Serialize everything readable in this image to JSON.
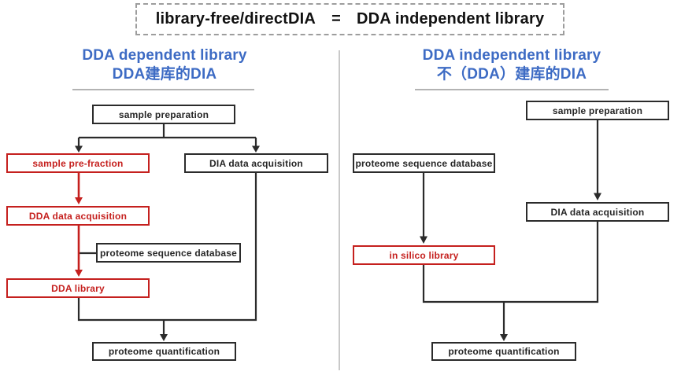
{
  "banner": {
    "left_term": "library-free/directDIA",
    "equals": "=",
    "right_term": "DDA independent library"
  },
  "left_panel": {
    "heading_en": "DDA dependent library",
    "heading_zh": "DDA建库的DIA",
    "nodes": {
      "sample_preparation": "sample preparation",
      "sample_pre_fraction": "sample pre-fraction",
      "dia_data_acquisition": "DIA data acquisition",
      "dda_data_acquisition": "DDA data acquisition",
      "proteome_sequence_database": "proteome sequence database",
      "dda_library": "DDA library",
      "proteome_quantification": "proteome quantification"
    }
  },
  "right_panel": {
    "heading_en": "DDA independent library",
    "heading_zh": "不（DDA）建库的DIA",
    "nodes": {
      "sample_preparation": "sample preparation",
      "proteome_sequence_database": "proteome sequence database",
      "dia_data_acquisition": "DIA data acquisition",
      "in_silico_library": "in silico library",
      "proteome_quantification": "proteome quantification"
    }
  },
  "colors": {
    "accent_blue": "#3d6bc4",
    "highlight_red": "#c5201e",
    "box_border": "#2b2b2b",
    "divider_gray": "#c9c9c9"
  }
}
